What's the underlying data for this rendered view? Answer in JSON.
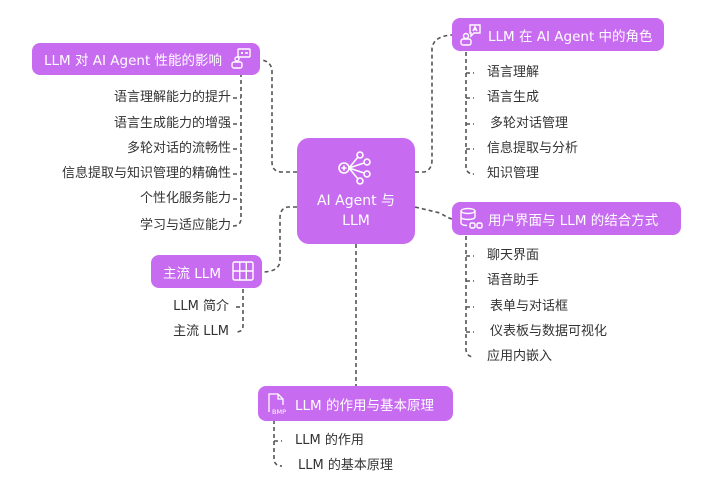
{
  "root": {
    "label": "AI Agent 与 LLM",
    "icon": "network-hub-icon"
  },
  "colors": {
    "node_fill": "#c76bf0",
    "node_text": "#ffffff",
    "leaf_text": "#333333",
    "connector": "#555555"
  },
  "branches": {
    "impact": {
      "label": "LLM 对 AI Agent 性能的影响",
      "icon": "robot-screen-icon",
      "items": [
        "语言理解能力的提升",
        "语言生成能力的增强",
        "多轮对话的流畅性",
        "信息提取与知识管理的精确性",
        "个性化服务能力",
        "学习与适应能力"
      ]
    },
    "mainstream": {
      "label": "主流 LLM",
      "icon": "grid-icon",
      "items": [
        "LLM 简介",
        "主流 LLM"
      ]
    },
    "role": {
      "label": "LLM 在 AI Agent 中的角色",
      "icon": "agent-chat-icon",
      "items": [
        "语言理解",
        "语言生成",
        "多轮对话管理",
        "信息提取与分析",
        "知识管理"
      ]
    },
    "ui": {
      "label": "用户界面与 LLM 的结合方式",
      "icon": "database-icon",
      "items": [
        "聊天界面",
        "语音助手",
        "表单与对话框",
        "仪表板与数据可视化",
        "应用内嵌入"
      ]
    },
    "principle": {
      "label": "LLM 的作用与基本原理",
      "icon": "bmp-file-icon",
      "items": [
        "LLM 的作用",
        "LLM 的基本原理"
      ]
    }
  }
}
